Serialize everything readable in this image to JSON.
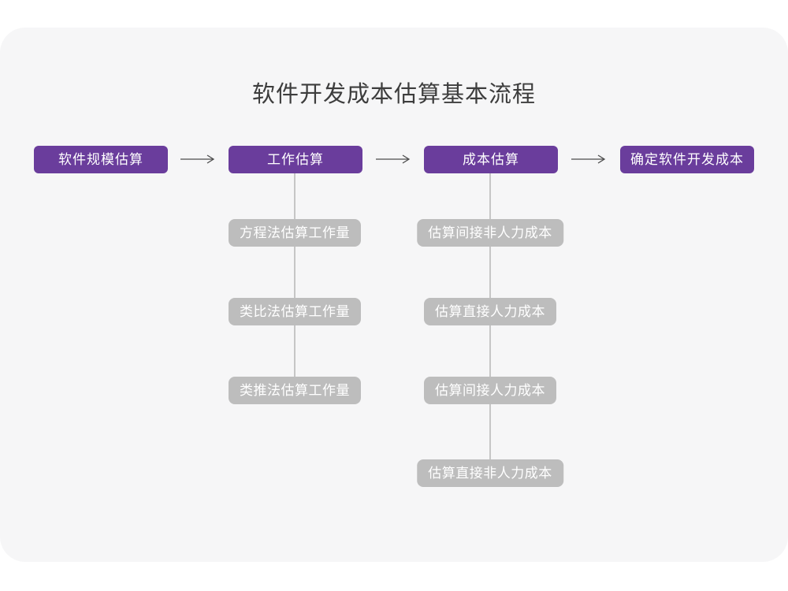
{
  "title": "软件开发成本估算基本流程",
  "colors": {
    "page_bg": "#ffffff",
    "card_bg": "#f6f6f7",
    "title_color": "#3d3d3d",
    "purple": "#6a3d9c",
    "gray_box": "#bdbdbd",
    "box_text": "#ffffff",
    "line_color": "#c6c6c6",
    "arrow_color": "#4d4d4d"
  },
  "flow": {
    "stages": [
      {
        "label": "软件规模估算"
      },
      {
        "label": "工作估算"
      },
      {
        "label": "成本估算"
      },
      {
        "label": "确定软件开发成本"
      }
    ]
  },
  "work_estimation_methods": {
    "items": [
      "方程法估算工作量",
      "类比法估算工作量",
      "类推法估算工作量"
    ]
  },
  "cost_estimation_items": {
    "items": [
      "估算间接非人力成本",
      "估算直接人力成本",
      "估算间接人力成本",
      "估算直接非人力成本"
    ]
  }
}
